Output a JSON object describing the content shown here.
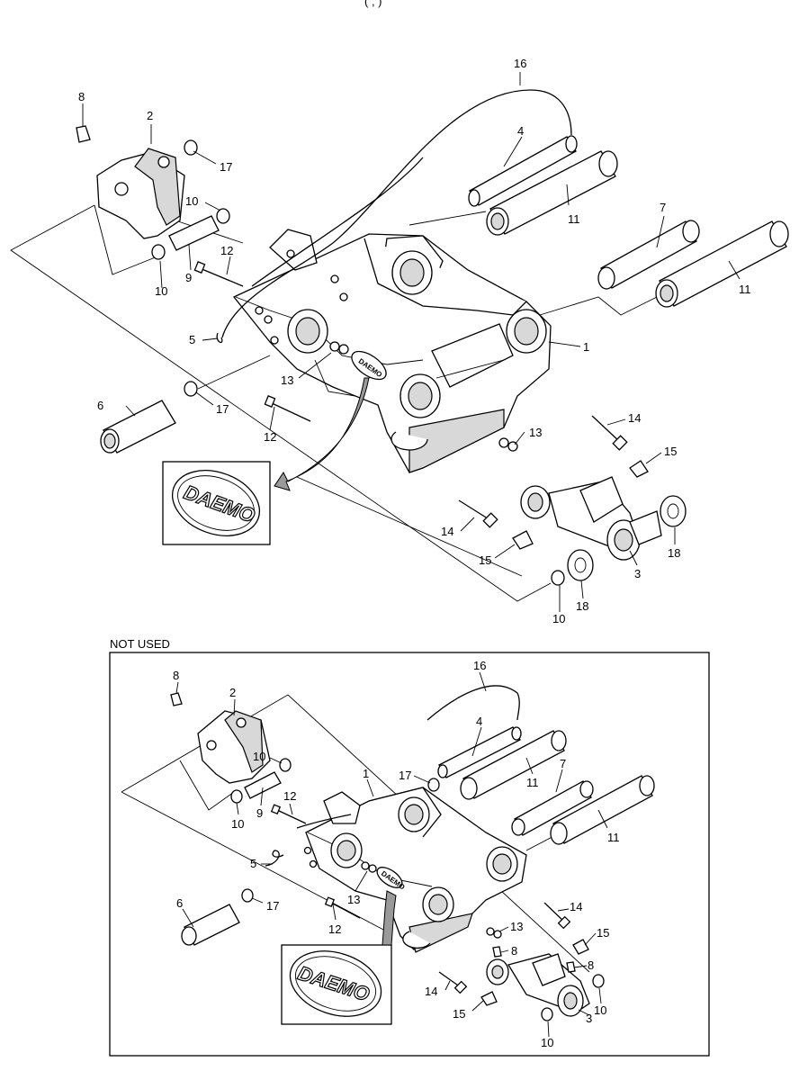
{
  "header_fragment": "(                              ,              )",
  "brand_logo_text": "DAEMO",
  "section_not_used": "NOT USED",
  "top_labels": {
    "l1": "1",
    "l2": "2",
    "l3": "3",
    "l4": "4",
    "l5": "5",
    "l6": "6",
    "l7": "7",
    "l8": "8",
    "l9": "9",
    "l10a": "10",
    "l10b": "10",
    "l10c": "10",
    "l11a": "11",
    "l11b": "11",
    "l12a": "12",
    "l12b": "12",
    "l13a": "13",
    "l13b": "13",
    "l14a": "14",
    "l14b": "14",
    "l15a": "15",
    "l15b": "15",
    "l16": "16",
    "l17a": "17",
    "l17b": "17",
    "l18a": "18",
    "l18b": "18"
  },
  "bottom_labels": {
    "l1": "1",
    "l2": "2",
    "l3": "3",
    "l4": "4",
    "l5": "5",
    "l6": "6",
    "l7": "7",
    "l8a": "8",
    "l8b": "8",
    "l8c": "8",
    "l9": "9",
    "l10a": "10",
    "l10b": "10",
    "l10c": "10",
    "l10d": "10",
    "l11a": "11",
    "l11b": "11",
    "l12a": "12",
    "l12b": "12",
    "l13a": "13",
    "l13b": "13",
    "l14a": "14",
    "l14b": "14",
    "l15a": "15",
    "l15b": "15",
    "l16": "16",
    "l17a": "17",
    "l17b": "17"
  }
}
